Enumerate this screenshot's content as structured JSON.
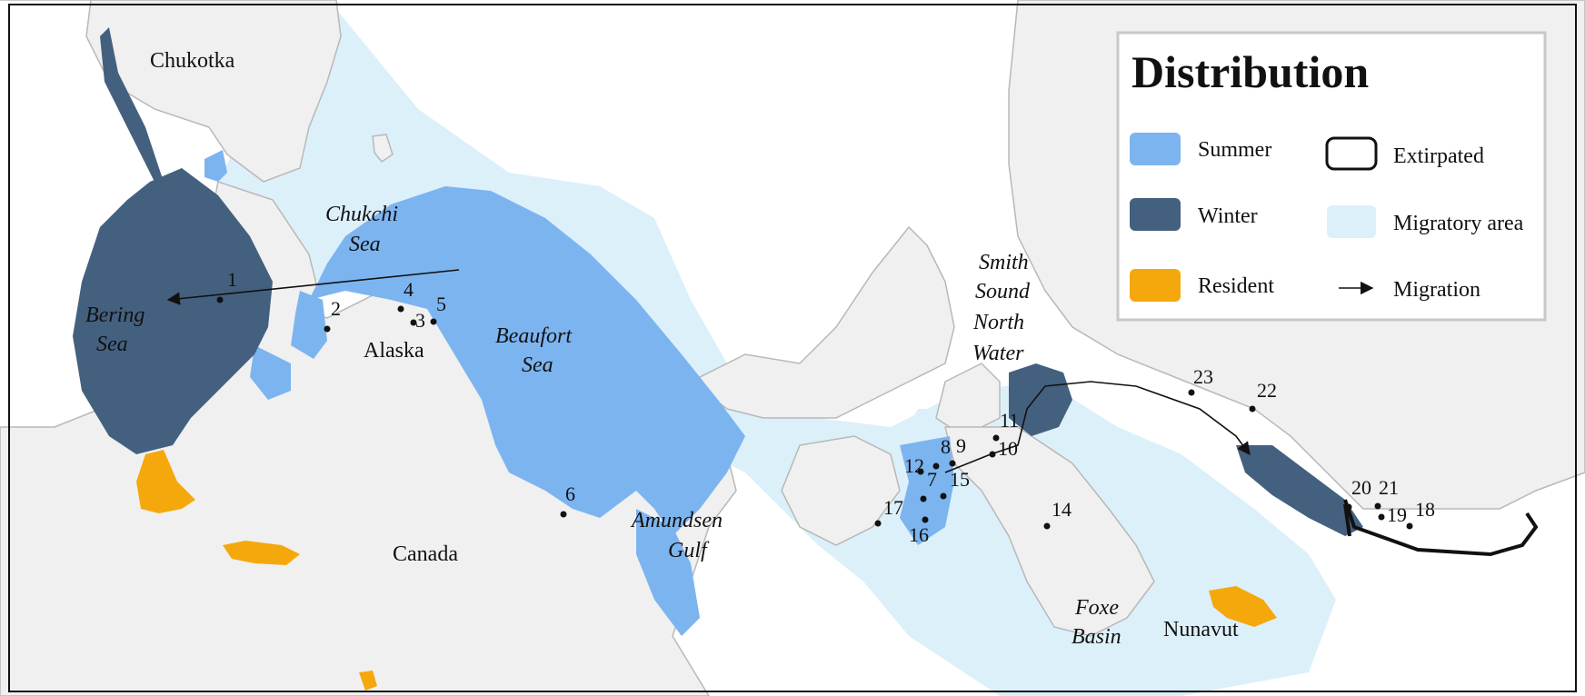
{
  "colors": {
    "land": "#f0f0f0",
    "coast": "#b8b8b8",
    "summer": "#7cb4f0",
    "winter": "#44607f",
    "resident": "#f5a80c",
    "migratory": "#dcf0fa",
    "frame": "#111111"
  },
  "places": {
    "chukotka": "Chukotka",
    "chukchi_1": "Chukchi",
    "chukchi_2": "Sea",
    "bering_1": "Bering",
    "bering_2": "Sea",
    "alaska": "Alaska",
    "beaufort_1": "Beaufort",
    "beaufort_2": "Sea",
    "canada": "Canada",
    "amundsen_1": "Amundsen",
    "amundsen_2": "Gulf",
    "smith_1": "Smith",
    "smith_2": "Sound",
    "smith_3": "North",
    "smith_4": "Water",
    "foxe_1": "Foxe",
    "foxe_2": "Basin",
    "nunavut": "Nunavut"
  },
  "sites": [
    {
      "label": "1",
      "lat": 63.4,
      "lon": -170.3
    },
    {
      "label": "2",
      "lat": 66.9,
      "lon": -162.6
    },
    {
      "label": "3",
      "lat": 70.6,
      "lon": -155.0
    },
    {
      "label": "4",
      "lat": 70.9,
      "lon": -156.8
    },
    {
      "label": "5",
      "lat": 70.2,
      "lon": -148.5
    },
    {
      "label": "6",
      "lat": 69.4,
      "lon": -132.9
    },
    {
      "label": "7",
      "lat": 74.7,
      "lon": -94.8
    },
    {
      "label": "8",
      "lat": 75.6,
      "lon": -96.3
    },
    {
      "label": "9",
      "lat": 75.4,
      "lon": -94.3
    },
    {
      "label": "10",
      "lat": 76.2,
      "lon": -83.5
    },
    {
      "label": "11",
      "lat": 76.4,
      "lon": -82.9
    },
    {
      "label": "12",
      "lat": 74.8,
      "lon": -98.0
    },
    {
      "label": "14",
      "lat": 70.5,
      "lon": -80.0
    },
    {
      "label": "15",
      "lat": 73.0,
      "lon": -93.0
    },
    {
      "label": "16",
      "lat": 71.5,
      "lon": -95.5
    },
    {
      "label": "17",
      "lat": 73.2,
      "lon": -101.0
    },
    {
      "label": "18",
      "lat": 64.8,
      "lon": -51.0
    },
    {
      "label": "19",
      "lat": 65.2,
      "lon": -53.6
    },
    {
      "label": "20",
      "lat": 65.8,
      "lon": -54.5
    },
    {
      "label": "21",
      "lat": 66.2,
      "lon": -53.5
    },
    {
      "label": "22",
      "lat": 70.7,
      "lon": -51.0
    },
    {
      "label": "23",
      "lat": 72.8,
      "lon": -56.0
    }
  ],
  "legend": {
    "title": "Distribution",
    "items": [
      {
        "key": "summer",
        "label": "Summer"
      },
      {
        "key": "winter",
        "label": "Winter"
      },
      {
        "key": "resident",
        "label": "Resident"
      },
      {
        "key": "extirpated",
        "label": "Extirpated"
      },
      {
        "key": "migratory",
        "label": "Migratory area"
      },
      {
        "key": "migration",
        "label": "Migration"
      }
    ]
  }
}
